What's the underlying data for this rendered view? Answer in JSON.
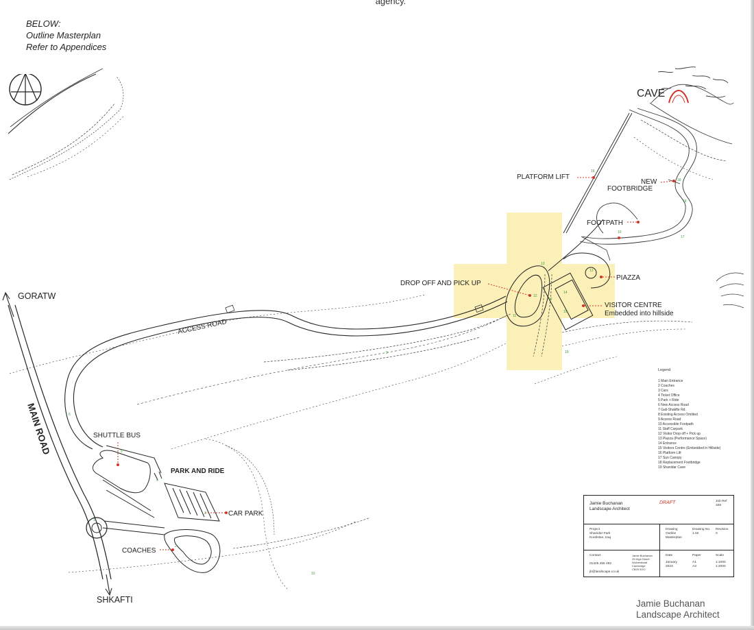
{
  "header": {
    "top_fragment": "agency.",
    "intro_lines": [
      "BELOW:",
      "Outline Masterplan",
      "Refer to Appendices"
    ]
  },
  "map": {
    "labels": {
      "cave": "CAVE",
      "goratw": "GORATW",
      "main_road": "MAIN ROAD",
      "shkafti": "SHKAFTI",
      "access_road": "ACCESS ROAD",
      "platform_lift": "PLATFORM LIFT",
      "new_footbridge_1": "NEW",
      "new_footbridge_2": "FOOTBRIDGE",
      "footpath": "FOOTPATH",
      "drop_off": "DROP OFF AND PICK UP",
      "piazza": "PIAZZA",
      "visitor_centre": "VISITOR CENTRE",
      "visitor_centre_sub": "Embedded into hillside",
      "shuttle_bus": "SHUTTLE BUS",
      "park_and_ride": "PARK AND RIDE",
      "car_park": "CAR PARK",
      "coaches": "COACHES"
    },
    "colors": {
      "highlight": "#fbf1b8",
      "marker": "#d0352a",
      "linework": "#2a2a2a",
      "number": "#3a9a3a"
    }
  },
  "legend": {
    "title": "Legend",
    "items": [
      "1  Main Entrance",
      "2  Coaches",
      "3  Cars",
      "4  Ticket Office",
      "5  Park + Ride",
      "6  New Access Road",
      "7  Gali-Shakfte Rd.",
      "8  Existing Access Omitted",
      "9  Access Road",
      "10  Accessible Footpath",
      "11  Staff Carpark",
      "12  Visitor Drop off + Pick up",
      "13  Piazza (Performance Space)",
      "14  Entrance",
      "15  Visitors Centre (Embedded in Hillside)",
      "16  Platform Lift",
      "17  Sun Canopy",
      "18  Replacement Footbridge",
      "19  Shanidar Cave"
    ]
  },
  "title_block": {
    "architect_line1": "Jamie Buchanan",
    "architect_line2": "Landscape Architect",
    "status": "DRAFT",
    "job_ref_label": "Job Ref",
    "job_ref_value": "338",
    "project_label": "Project",
    "project_line1": "Shanidar Park",
    "project_line2": "Kurdistan, Iraq",
    "drawing_label": "Drawing",
    "drawing_line1": "Outline",
    "drawing_line2": "Masterplan",
    "drawing_no_label": "Drawing No.",
    "drawing_no_value": "1.02",
    "revision_label": "Revision",
    "revision_value": "0",
    "contact_label": "Contact",
    "contact_phone": "01425 455 492",
    "contact_email": "jb@landscape.co.uk",
    "address_lines": [
      "Jamie Buchanan",
      "25 High Street",
      "Wolverstead",
      "Cambridge",
      "CB25 5GO"
    ],
    "date_label": "Date",
    "date_line1": "January",
    "date_line2": "2023",
    "paper_label": "Paper",
    "paper_line1": "A1",
    "paper_line2": "A3",
    "scale_label": "Scale",
    "scale_line1": "1:1000",
    "scale_line2": "1:2000"
  },
  "signature": {
    "line1": "Jamie Buchanan",
    "line2": "Landscape Architect"
  }
}
